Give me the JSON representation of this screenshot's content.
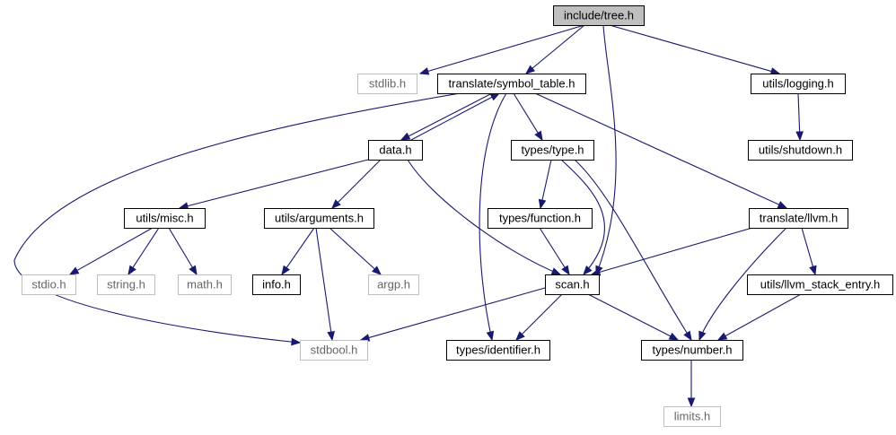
{
  "colors": {
    "edge": "#191970",
    "root_fill": "#bfbfbf",
    "node_border": "#000000",
    "external_border": "#bfbfbf",
    "external_text": "#666666",
    "text": "#000000"
  },
  "nodes": [
    {
      "id": "tree",
      "label": "include/tree.h",
      "kind": "root"
    },
    {
      "id": "stdlib",
      "label": "stdlib.h",
      "kind": "external"
    },
    {
      "id": "symtab",
      "label": "translate/symbol_table.h",
      "kind": "header"
    },
    {
      "id": "logging",
      "label": "utils/logging.h",
      "kind": "header"
    },
    {
      "id": "data",
      "label": "data.h",
      "kind": "header"
    },
    {
      "id": "type",
      "label": "types/type.h",
      "kind": "header"
    },
    {
      "id": "shutdown",
      "label": "utils/shutdown.h",
      "kind": "header"
    },
    {
      "id": "misc",
      "label": "utils/misc.h",
      "kind": "header"
    },
    {
      "id": "arguments",
      "label": "utils/arguments.h",
      "kind": "header"
    },
    {
      "id": "function",
      "label": "types/function.h",
      "kind": "header"
    },
    {
      "id": "llvm",
      "label": "translate/llvm.h",
      "kind": "header"
    },
    {
      "id": "stdio",
      "label": "stdio.h",
      "kind": "external"
    },
    {
      "id": "string",
      "label": "string.h",
      "kind": "external"
    },
    {
      "id": "math",
      "label": "math.h",
      "kind": "external"
    },
    {
      "id": "info",
      "label": "info.h",
      "kind": "header"
    },
    {
      "id": "argp",
      "label": "argp.h",
      "kind": "external"
    },
    {
      "id": "scan",
      "label": "scan.h",
      "kind": "header"
    },
    {
      "id": "stackentry",
      "label": "utils/llvm_stack_entry.h",
      "kind": "header"
    },
    {
      "id": "stdbool",
      "label": "stdbool.h",
      "kind": "external"
    },
    {
      "id": "identifier",
      "label": "types/identifier.h",
      "kind": "header"
    },
    {
      "id": "number",
      "label": "types/number.h",
      "kind": "header"
    },
    {
      "id": "limits",
      "label": "limits.h",
      "kind": "external"
    }
  ],
  "edges": [
    [
      "tree",
      "stdlib"
    ],
    [
      "tree",
      "symtab"
    ],
    [
      "tree",
      "scan"
    ],
    [
      "tree",
      "logging"
    ],
    [
      "symtab",
      "data"
    ],
    [
      "symtab",
      "type"
    ],
    [
      "symtab",
      "llvm"
    ],
    [
      "symtab",
      "identifier"
    ],
    [
      "symtab",
      "stdbool"
    ],
    [
      "data",
      "symtab"
    ],
    [
      "data",
      "misc"
    ],
    [
      "data",
      "arguments"
    ],
    [
      "data",
      "scan"
    ],
    [
      "logging",
      "shutdown"
    ],
    [
      "type",
      "function"
    ],
    [
      "type",
      "scan"
    ],
    [
      "type",
      "number"
    ],
    [
      "function",
      "scan"
    ],
    [
      "misc",
      "stdio"
    ],
    [
      "misc",
      "string"
    ],
    [
      "misc",
      "math"
    ],
    [
      "arguments",
      "info"
    ],
    [
      "arguments",
      "argp"
    ],
    [
      "arguments",
      "stdbool"
    ],
    [
      "llvm",
      "scan"
    ],
    [
      "llvm",
      "number"
    ],
    [
      "llvm",
      "stackentry"
    ],
    [
      "scan",
      "stdbool"
    ],
    [
      "scan",
      "identifier"
    ],
    [
      "scan",
      "number"
    ],
    [
      "stackentry",
      "number"
    ],
    [
      "number",
      "limits"
    ]
  ]
}
